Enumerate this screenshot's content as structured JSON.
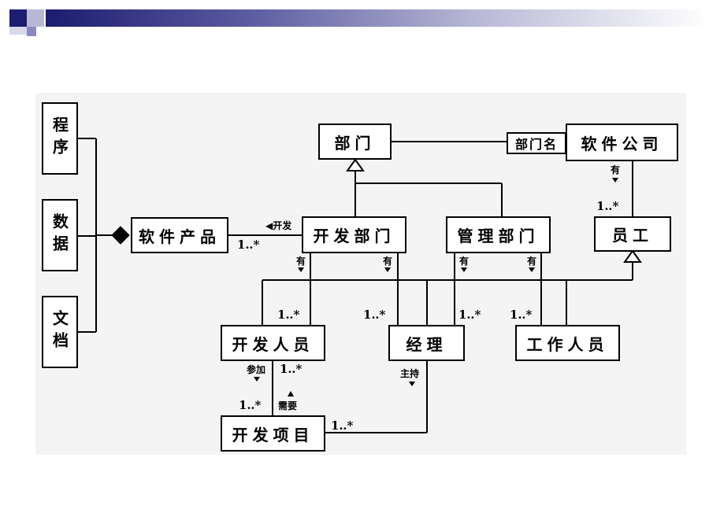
{
  "header": {
    "accent_dark": "#1c1c70",
    "accent_light": "#b8b8d6",
    "accent_square": "#8a8ac0"
  },
  "nodes": {
    "program": "程序",
    "data": "数据",
    "document": "文档",
    "software_product": "软件产品",
    "department": "部门",
    "dept_name": "部门名",
    "software_company": "软件公司",
    "dev_department": "开发部门",
    "mgmt_department": "管理部门",
    "employee": "员工",
    "developer": "开发人员",
    "manager": "经理",
    "worker": "工作人员",
    "dev_project": "开发项目"
  },
  "labels": {
    "develop": "◀开发",
    "has": "有",
    "participate": "参加",
    "require": "需要",
    "preside": "主持",
    "mult_one_many": "1‥*"
  }
}
